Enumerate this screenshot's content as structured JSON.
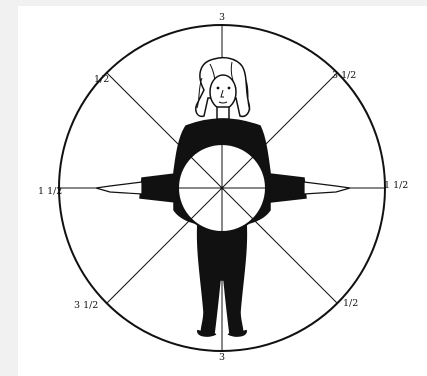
{
  "colors": {
    "background": "#f1f1f1",
    "panel": "#ffffff",
    "ink": "#111111"
  },
  "labels": {
    "top": "3",
    "bottom": "3",
    "upper_left": "1/2",
    "upper_right": "3 1/2",
    "left": "1 1/2",
    "right": "1 1/2",
    "lower_left": "3 1/2",
    "lower_right": "1/2"
  },
  "figure": {
    "subject": "human-figure-arms-outstretched",
    "inner_circle": true,
    "divisions": 8
  }
}
